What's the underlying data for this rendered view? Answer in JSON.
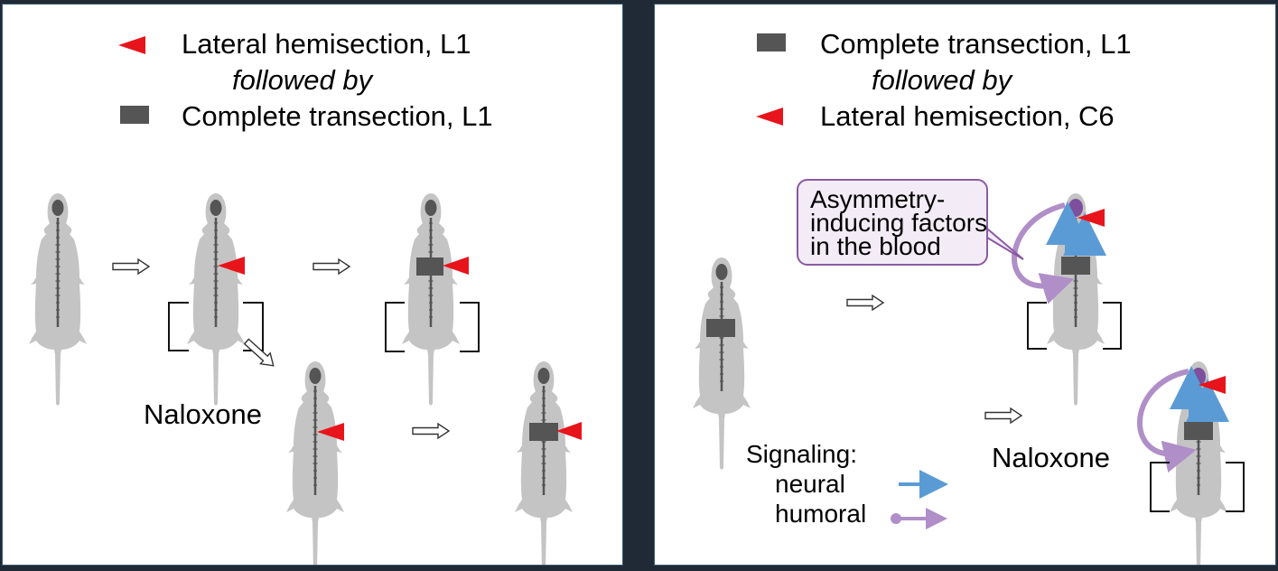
{
  "left_panel": {
    "legend": {
      "line1": "Lateral hemisection, L1",
      "line2": "followed by",
      "line3": "Complete transection, L1"
    },
    "naloxone": "Naloxone"
  },
  "right_panel": {
    "legend": {
      "line1": "Complete transection, L1",
      "line2": "followed by",
      "line3": "Lateral hemisection, C6"
    },
    "callout": "Asymmetry-\ninducing factors\nin the blood",
    "naloxone": "Naloxone",
    "signaling": {
      "title": "Signaling:",
      "neural": "neural",
      "humoral": "humoral"
    }
  },
  "colors": {
    "hemisection_marker": "#e8141c",
    "transection_marker": "#555555",
    "neural_arrow": "#5b9bd5",
    "humoral_arrow": "#b08fc8",
    "rat_body": "#c4c4c4"
  }
}
